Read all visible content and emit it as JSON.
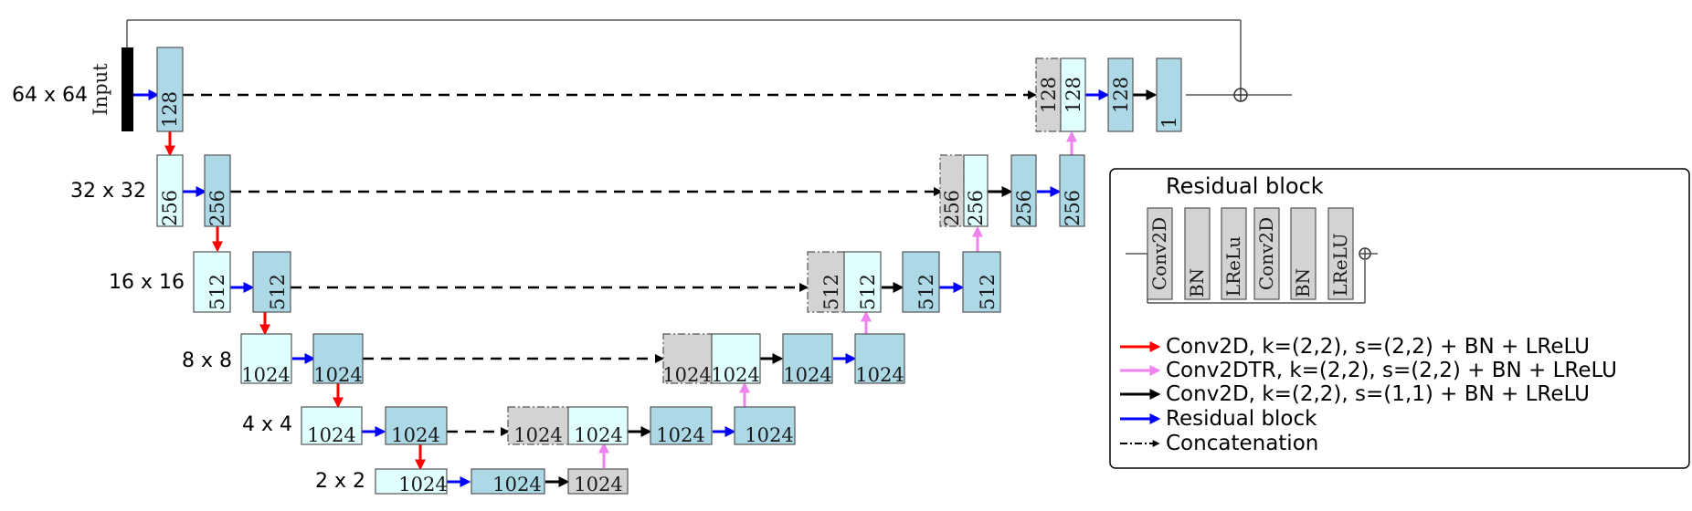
{
  "colors": {
    "light": "#e0ffff",
    "dark": "#add8e6",
    "gray": "#d3d3d3",
    "red": "#ff0000",
    "pink": "#ee82ee",
    "black": "#000000",
    "blue": "#0000ff"
  },
  "input_label": "Input",
  "levels": [
    "64 x 64",
    "32 x 32",
    "16 x 16",
    "8 x 8",
    "4 x 4",
    "2 x 2"
  ],
  "blocks": {
    "e0": "128",
    "e1a": "256",
    "e1b": "256",
    "e2a": "512",
    "e2b": "512",
    "e3a": "1024",
    "e3b": "1024",
    "e4a": "1024",
    "e4b": "1024",
    "b1": "1024",
    "b2": "1024",
    "b3": "1024",
    "d4g": "1024",
    "d4u": "1024",
    "d4c": "1024",
    "d4r": "1024",
    "d3g": "1024",
    "d3u": "1024",
    "d3c": "1024",
    "d3r": "1024",
    "d2g": "512",
    "d2u": "512",
    "d2c": "512",
    "d2r": "512",
    "d1g": "256",
    "d1u": "256",
    "d1c": "256",
    "d1r": "256",
    "d0g": "128",
    "d0u": "128",
    "d0r": "128",
    "out": "1"
  },
  "legend": {
    "title": "Residual block",
    "layers": [
      "Conv2D",
      "BN",
      "LReLu",
      "Conv2D",
      "BN",
      "LReLU"
    ],
    "items": [
      "Conv2D, k=(2,2), s=(2,2) + BN + LReLU",
      "Conv2DTR, k=(2,2), s=(2,2) + BN + LReLU",
      "Conv2D, k=(2,2), s=(1,1) + BN + LReLU",
      "Residual block",
      "Concatenation"
    ]
  }
}
